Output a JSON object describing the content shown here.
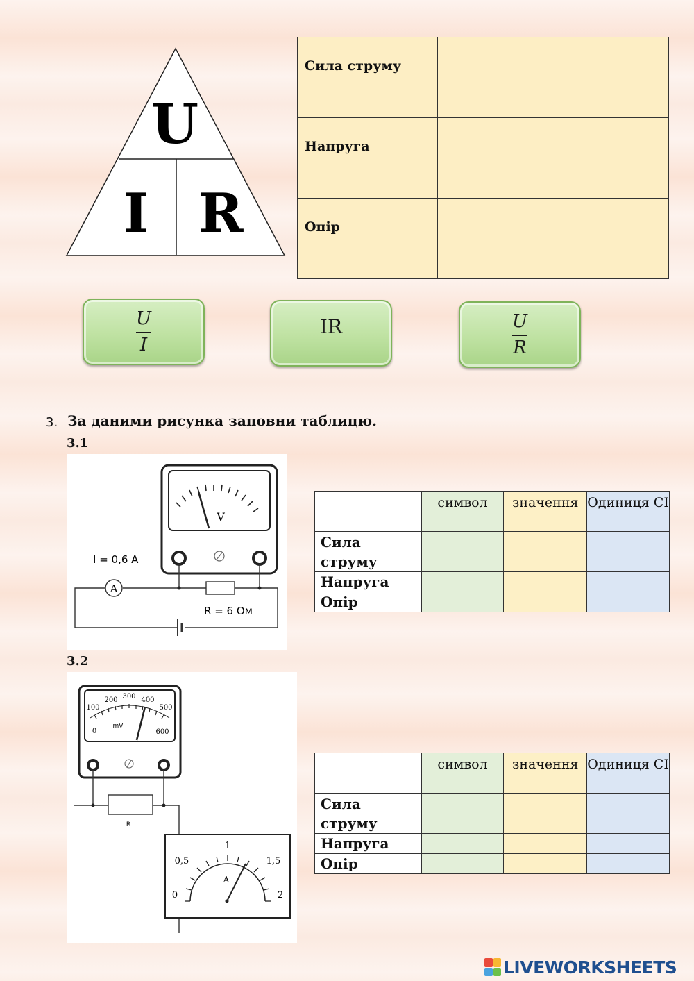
{
  "triangle": {
    "top_letter": "U",
    "left_letter": "I",
    "right_letter": "R"
  },
  "definitions": {
    "rows": [
      {
        "label": "Сила струму",
        "answer": ""
      },
      {
        "label": "Напруга",
        "answer": ""
      },
      {
        "label": "Опір",
        "answer": ""
      }
    ]
  },
  "formula_buttons": [
    {
      "numerator": "U",
      "denominator": "I"
    },
    {
      "text": "IR"
    },
    {
      "numerator": "U",
      "denominator": "R"
    }
  ],
  "task": {
    "number": "3.",
    "text": "За даними рисунка заповни таблицю.",
    "sub1": "3.1",
    "sub2": "3.2"
  },
  "figure1": {
    "current_label": "I = 0,6 А",
    "resistance_label": "R = 6 Ом",
    "voltmeter_letter": "V",
    "ammeter_letter": "A"
  },
  "figure2": {
    "mv_scale": [
      "0",
      "100",
      "200",
      "300",
      "400",
      "500",
      "600"
    ],
    "mv_unit": "mV",
    "resistor_letter": "R",
    "amp_scale": [
      "0",
      "0,5",
      "1",
      "1,5",
      "2"
    ],
    "amp_letter": "A"
  },
  "data_table": {
    "headers": [
      "",
      "символ",
      "значення",
      "Одиниця СІ"
    ],
    "rows": [
      "Сила струму",
      "Напруга",
      "Опір"
    ]
  },
  "logo": {
    "text": "LIVEWORKSHEETS",
    "colors": [
      "#e94b3c",
      "#f7b733",
      "#4aa3df",
      "#6cc04a"
    ]
  }
}
